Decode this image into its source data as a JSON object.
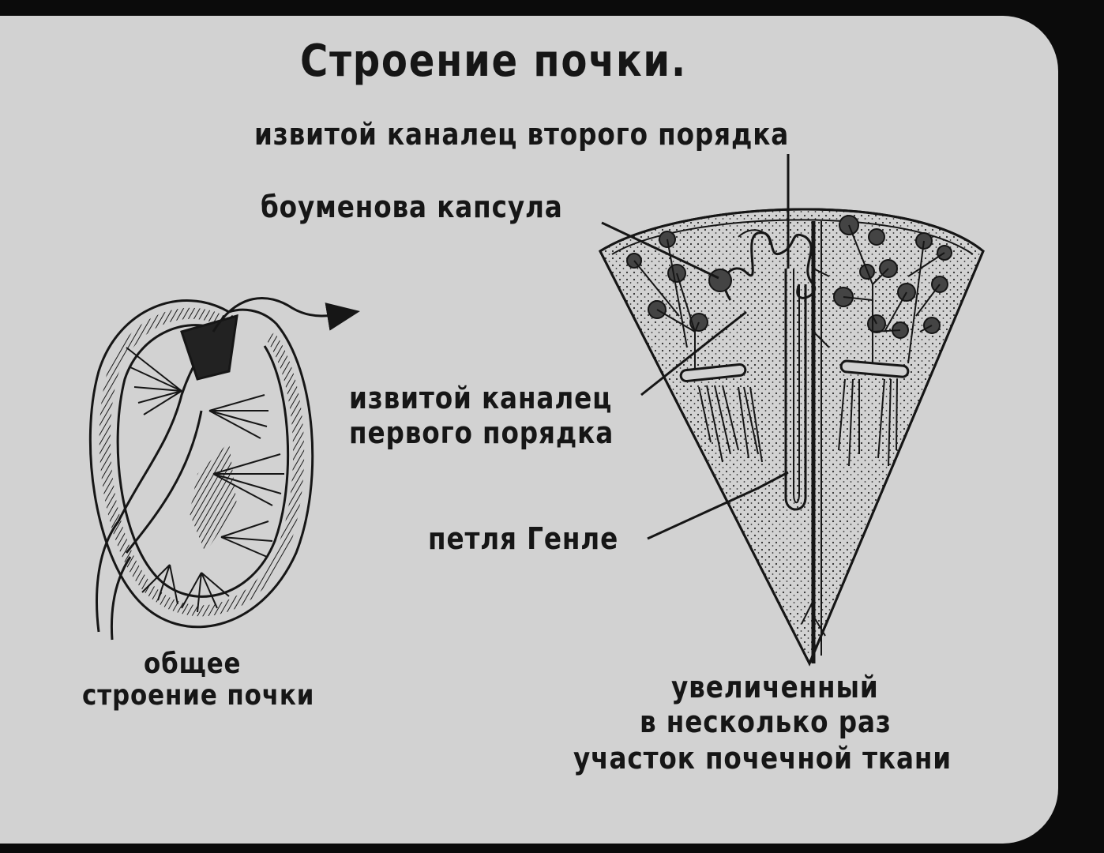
{
  "title": "Строение почки.",
  "labels": {
    "tubule_second_order": "извитой каналец второго порядка",
    "bowman_capsule": "боуменова капсула",
    "tubule_first_order_line1": "извитой каналец",
    "tubule_first_order_line2": "первого порядка",
    "henle_loop": "петля Генле"
  },
  "captions": {
    "general_line1": "общее",
    "general_line2": "строение почки",
    "enlarged_line1": "увеличенный",
    "enlarged_line2": "в несколько раз",
    "enlarged_line3": "участок почечной ткани"
  },
  "colors": {
    "paper": "#d2d2d2",
    "ink": "#161616",
    "frame": "#0b0b0b"
  }
}
